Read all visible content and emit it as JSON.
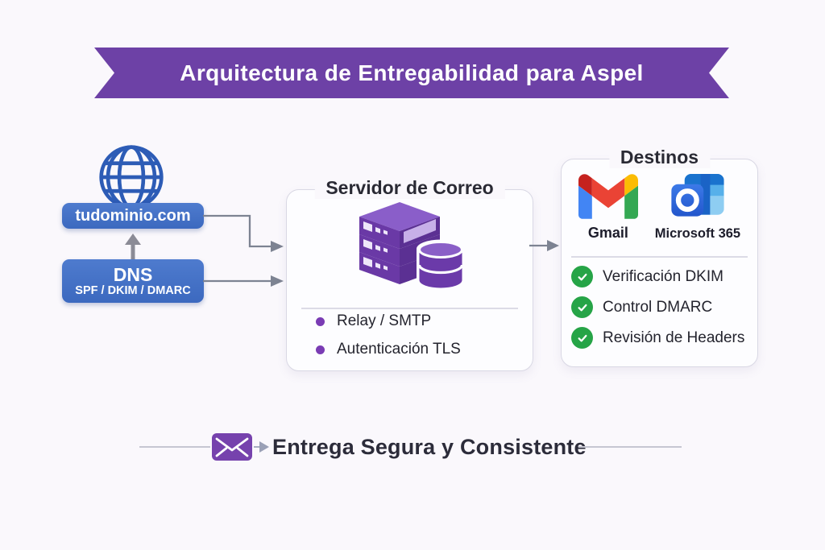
{
  "banner": {
    "title": "Arquitectura de Entregabilidad para Aspel"
  },
  "domain": {
    "label": "tudominio.com",
    "icon": "globe-icon"
  },
  "dns": {
    "title": "DNS",
    "subtitle": "SPF / DKIM / DMARC"
  },
  "server": {
    "title": "Servidor de Correo",
    "icons": [
      "server-stack-icon",
      "database-icon"
    ],
    "bullets": [
      "Relay / SMTP",
      "Autenticación TLS"
    ]
  },
  "destinations": {
    "title": "Destinos",
    "providers": [
      {
        "name": "Gmail",
        "icon": "gmail-icon"
      },
      {
        "name": "Microsoft 365",
        "icon": "microsoft-365-icon"
      }
    ],
    "checks": [
      {
        "label": "Verificación DKIM",
        "icon": "check-circle-icon"
      },
      {
        "label": "Control DMARC",
        "icon": "check-circle-icon"
      },
      {
        "label": "Revisión de Headers",
        "icon": "check-circle-icon"
      }
    ]
  },
  "footer": {
    "label": "Entrega Segura y Consistente",
    "icon": "envelope-icon"
  },
  "colors": {
    "background": "#faf8fc",
    "ribbon_purple": "#6d41a6",
    "box_blue": "#3f6cc1",
    "globe_blue": "#2d5cb6",
    "server_purple": "#6a39a6",
    "bullet_purple": "#7a3cb4",
    "check_green": "#26a447",
    "arrow_gray": "#7d8392",
    "text_dark": "#2a2a34"
  }
}
